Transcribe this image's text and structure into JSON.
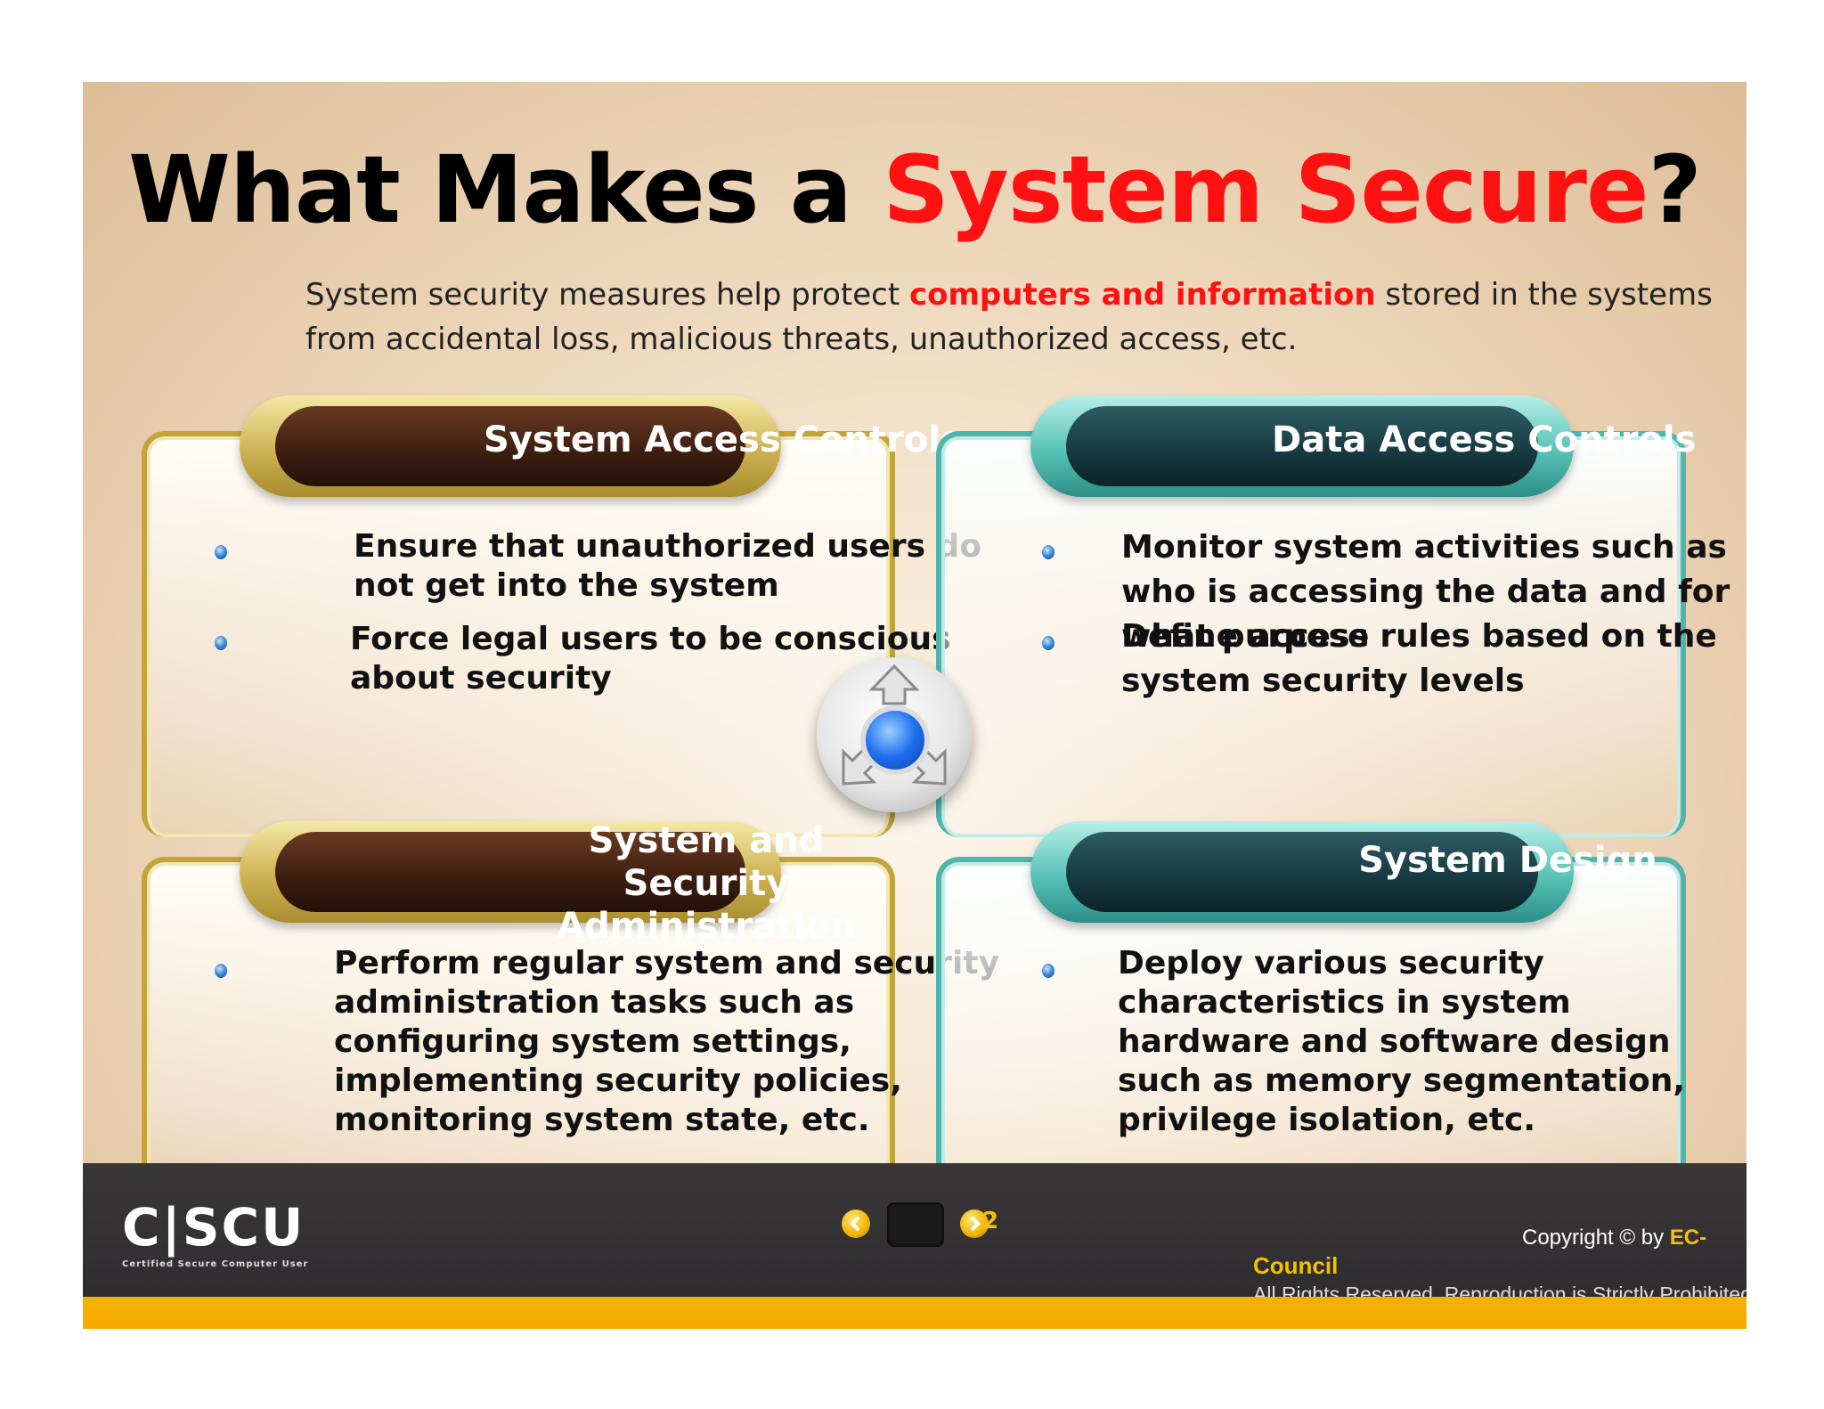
{
  "title": {
    "part1": "What Makes a ",
    "highlight": "System Secure",
    "part2": "?"
  },
  "intro": {
    "part1": "System security measures help protect ",
    "highlight": "computers and information",
    "part2": " stored in the systems from accidental loss, malicious threats, unauthorized access, etc."
  },
  "panels": {
    "system_access": {
      "heading": "System Access Controls",
      "bullets": [
        "Ensure that unauthorized users do not get into the system",
        "Force legal users to be conscious about security"
      ]
    },
    "data_access": {
      "heading": "Data Access Controls",
      "bullets": [
        "Monitor system activities such as who is accessing the data and for what purpose",
        "Define access rules based on the system security levels"
      ]
    },
    "sys_admin": {
      "heading": "System and Security Administration",
      "bullets": [
        "Perform regular system and security administration tasks such as configuring system settings,  implementing security policies, monitoring system state, etc."
      ]
    },
    "sys_design": {
      "heading": "System Design",
      "bullets": [
        "Deploy various security characteristics in system hardware and software design such as memory segmentation, privilege isolation, etc."
      ]
    }
  },
  "footer": {
    "logo": "C|SCU",
    "logo_sub": "Certified   Secure   Computer   User",
    "page_number": "2",
    "copyright_prefix": "Copyright © by ",
    "copyright_brand_a": "EC-",
    "copyright_brand_b": "Council",
    "rights": "All Rights Reserved. Reproduction is Strictly Prohibited."
  },
  "colors": {
    "highlight": "#ff1111",
    "accent_gold": "#f2b200",
    "footer_bg": "#2c2a2c"
  }
}
